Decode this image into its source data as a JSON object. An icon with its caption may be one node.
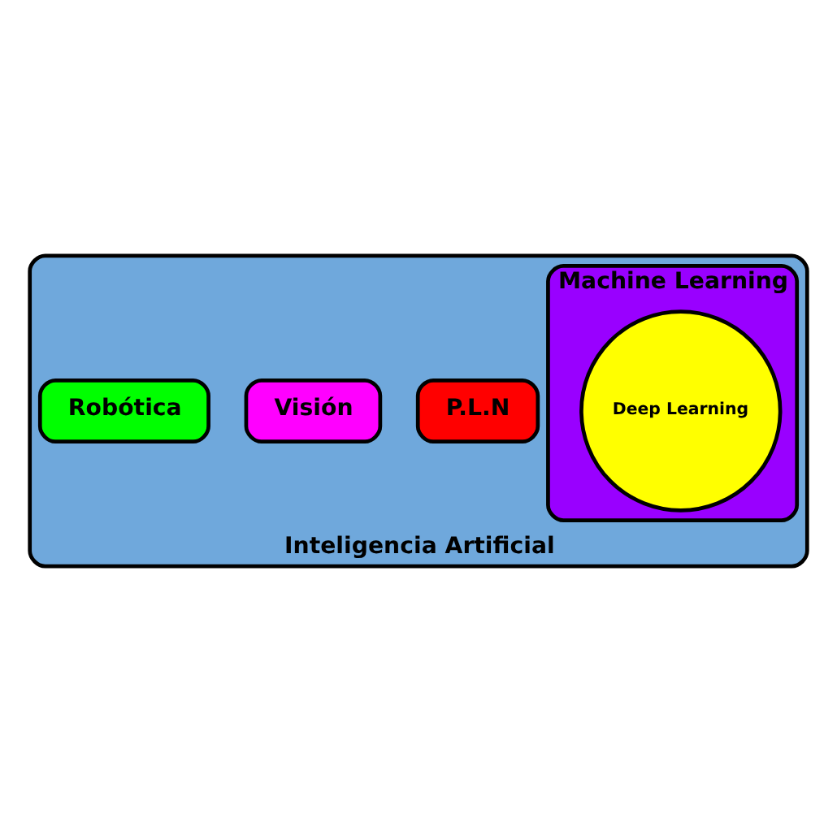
{
  "diagram": {
    "nodes": [
      {
        "text": [
          "Inteligencia Artificial"
        ]
      },
      {
        "text": [
          "P.L.N"
        ],
        "in": 0
      },
      {
        "text": [
          "Visión"
        ],
        "in": 0
      },
      {
        "text": [
          "Machine Learning"
        ],
        "in": 0
      },
      {
        "text": [
          "Robótica"
        ],
        "in": 0
      },
      {
        "text": [
          "Deep Learning"
        ],
        "in": 3
      }
    ]
  }
}
